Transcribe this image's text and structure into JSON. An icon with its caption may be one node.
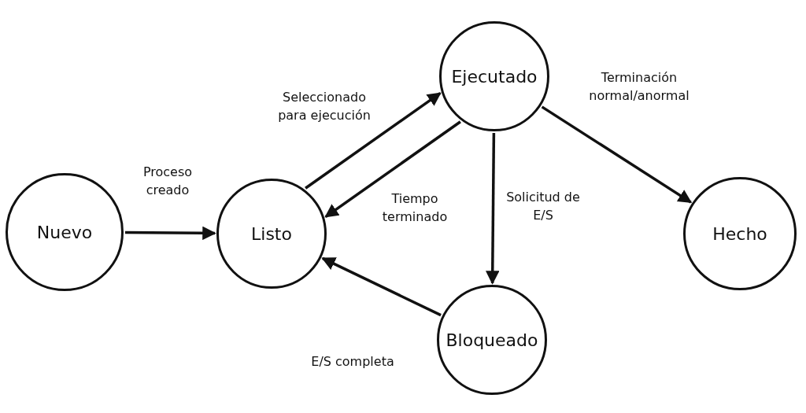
{
  "diagram": {
    "nodes": [
      {
        "text": [
          "Nuevo"
        ]
      },
      {
        "text": [
          "Listo"
        ]
      },
      {
        "text": [
          "Ejecutado"
        ]
      },
      {
        "text": [
          "Bloqueado"
        ]
      },
      {
        "text": [
          "Hecho"
        ]
      }
    ],
    "edges": [
      {
        "from": 0,
        "to": 1,
        "arrow": "to",
        "label": "Proceso creado"
      },
      {
        "from": 1,
        "to": 2,
        "arrow": "to",
        "label": "Seleccionado para ejecución"
      },
      {
        "from": 2,
        "to": 1,
        "arrow": "to",
        "label": "Tiempo terminado"
      },
      {
        "from": 2,
        "to": 3,
        "arrow": "to",
        "label": "Solicitud de E/S"
      },
      {
        "from": 3,
        "to": 1,
        "arrow": "to",
        "label": "E/S completa"
      },
      {
        "from": 2,
        "to": 4,
        "arrow": "to",
        "label": "Terminación normal/anormal"
      }
    ]
  }
}
